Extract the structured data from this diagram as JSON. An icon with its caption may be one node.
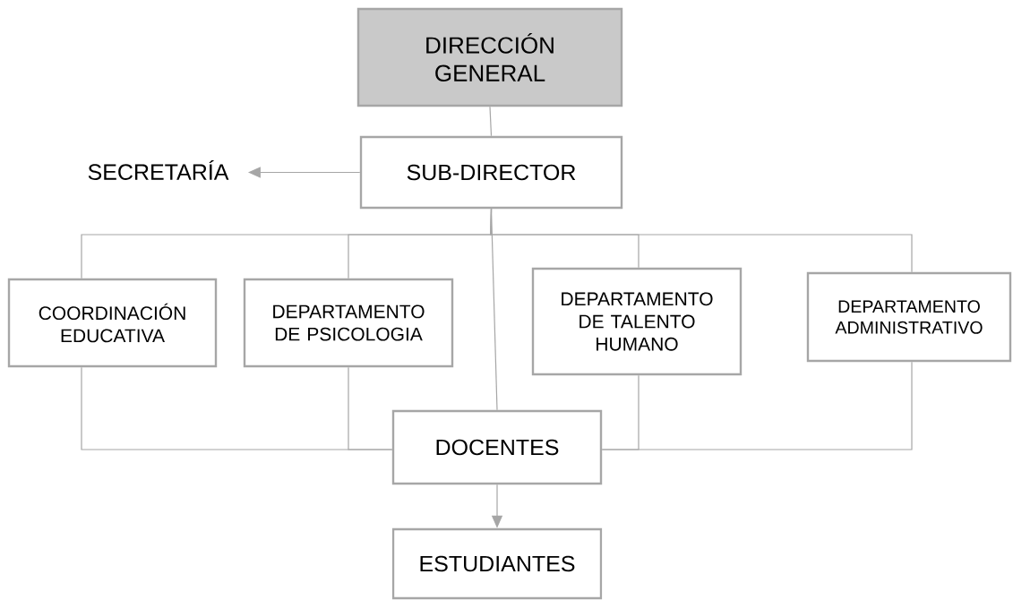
{
  "diagram": {
    "nodes": [
      {
        "text": [
          "DIRECCIÓN GENERAL"
        ]
      },
      {
        "text": [
          "SUB-DIRECTOR"
        ]
      },
      {
        "text": [
          "SECRETARÍA"
        ]
      },
      {
        "text": [
          "COORDINACIÓN EDUCATIVA"
        ]
      },
      {
        "text": [
          "DEPARTAMENTO DE PSICOLOGIA"
        ]
      },
      {
        "text": [
          "DEPARTAMENTO DE TALENTO HUMANO"
        ]
      },
      {
        "text": [
          "DEPARTAMENTO ADMINISTRATIVO"
        ]
      },
      {
        "text": [
          "DOCENTES"
        ]
      },
      {
        "text": [
          "ESTUDIANTES"
        ]
      }
    ],
    "edges": [
      {
        "from": 0,
        "to": 1,
        "arrow": "none"
      },
      {
        "from": 1,
        "to": 2,
        "arrow": "to"
      },
      {
        "from": 1,
        "to": 3,
        "arrow": "none"
      },
      {
        "from": 1,
        "to": 4,
        "arrow": "none"
      },
      {
        "from": 1,
        "to": 5,
        "arrow": "none"
      },
      {
        "from": 1,
        "to": 6,
        "arrow": "none"
      },
      {
        "from": 1,
        "to": 7,
        "arrow": "none"
      },
      {
        "from": 3,
        "to": 7,
        "arrow": "none"
      },
      {
        "from": 4,
        "to": 7,
        "arrow": "none"
      },
      {
        "from": 5,
        "to": 7,
        "arrow": "none"
      },
      {
        "from": 6,
        "to": 7,
        "arrow": "none"
      },
      {
        "from": 7,
        "to": 8,
        "arrow": "to"
      }
    ]
  }
}
